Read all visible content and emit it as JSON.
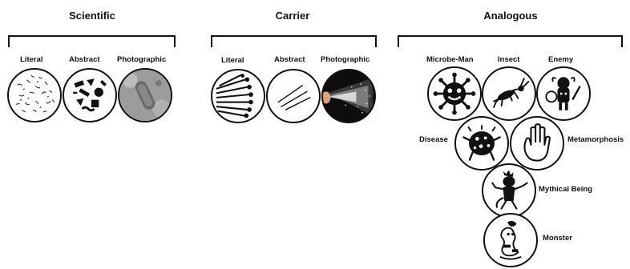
{
  "groups": [
    {
      "title": "Scientific",
      "items": [
        "Literal",
        "Abstract",
        "Photographic"
      ]
    },
    {
      "title": "Carrier",
      "items": [
        "Literal",
        "Abstract",
        "Photographic"
      ]
    },
    {
      "title": "Analogous",
      "items": [
        "Microbe-Man",
        "Insect",
        "Enemy",
        "Disease",
        "Metamorphosis",
        "Mythical Being",
        "Monster"
      ]
    }
  ]
}
